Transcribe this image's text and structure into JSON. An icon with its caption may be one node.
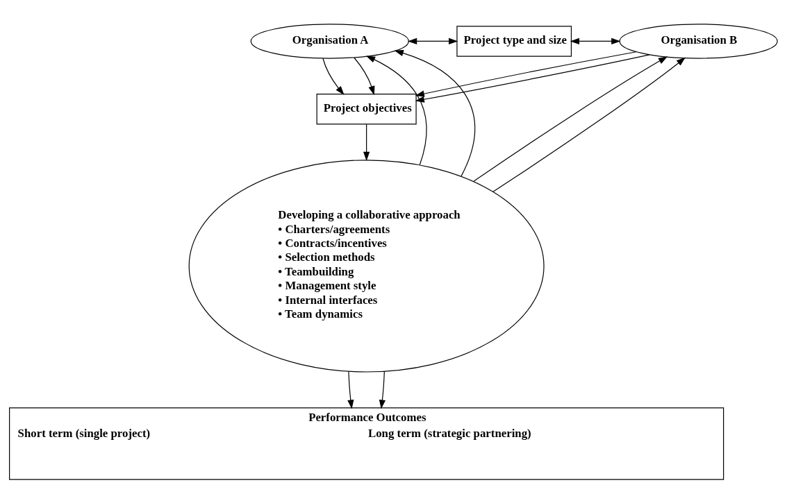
{
  "diagram": {
    "nodes": [
      {
        "text": [
          "Organisation A"
        ]
      },
      {
        "text": [
          "Project type and size"
        ]
      },
      {
        "text": [
          "Organisation B"
        ]
      },
      {
        "text": [
          "Project objectives"
        ]
      },
      {
        "text": [
          "Developing a collaborative approach",
          "• Charters/agreements",
          "• Contracts/incentives",
          "• Selection methods",
          "• Teambuilding",
          "• Management style",
          "• Internal interfaces",
          "• Team dynamics"
        ]
      },
      {
        "text": [
          "Performance Outcomes",
          "Short term (single project)",
          "Long term (strategic partnering)"
        ]
      }
    ],
    "edges": [
      {
        "from": 0,
        "to": 1,
        "arrow": "both"
      },
      {
        "from": 1,
        "to": 2,
        "arrow": "both"
      },
      {
        "from": 0,
        "to": 3,
        "arrow": "to"
      },
      {
        "from": 0,
        "to": 3,
        "arrow": "to"
      },
      {
        "from": 2,
        "to": 3,
        "arrow": "to"
      },
      {
        "from": 2,
        "to": 3,
        "arrow": "to"
      },
      {
        "from": 3,
        "to": 4,
        "arrow": "to"
      },
      {
        "from": 4,
        "to": 0,
        "arrow": "to"
      },
      {
        "from": 4,
        "to": 0,
        "arrow": "to"
      },
      {
        "from": 4,
        "to": 2,
        "arrow": "to"
      },
      {
        "from": 4,
        "to": 2,
        "arrow": "to"
      },
      {
        "from": 4,
        "to": 5,
        "arrow": "to"
      },
      {
        "from": 4,
        "to": 5,
        "arrow": "to"
      }
    ]
  }
}
